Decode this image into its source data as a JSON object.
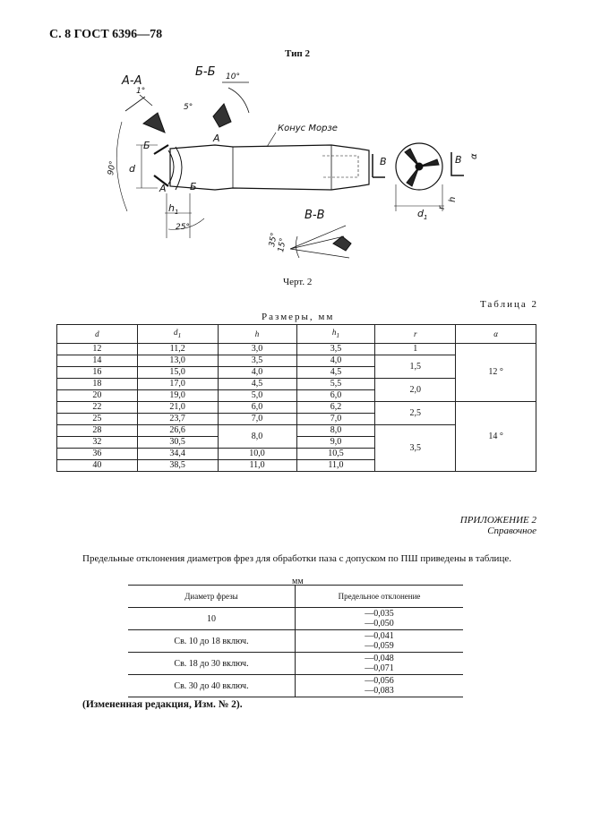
{
  "header": "С. 8 ГОСТ 6396—78",
  "type_label": "Тип 2",
  "drawing": {
    "labels": {
      "aa": "А-А",
      "bb": "Б-Б",
      "vv": "В-В",
      "morse": "Конус Морзе",
      "a1": "А",
      "a2": "А",
      "b1": "Б",
      "b2": "Б",
      "v1": "В",
      "v2": "В",
      "d": "d",
      "d1": "d",
      "d1sub": "1",
      "h1": "h",
      "h1sub": "1",
      "h": "h",
      "r": "r",
      "alpha": "α",
      "ang90": "90°",
      "ang1": "1°",
      "ang5": "5°",
      "ang10": "10°",
      "ang25": "25°",
      "ang35": "35°",
      "ang15": "15°"
    }
  },
  "caption": "Черт. 2",
  "table2": {
    "name": "Таблица 2",
    "units": "Размеры, мм",
    "headers": [
      "d",
      "d",
      "h",
      "h",
      "r",
      "α"
    ],
    "header_subs": [
      "",
      "1",
      "",
      "1",
      "",
      ""
    ],
    "rows": [
      [
        "12",
        "11,2",
        "3,0",
        "3,5",
        "1",
        "12 °"
      ],
      [
        "14",
        "13,0",
        "3,5",
        "4,0",
        "1,5",
        ""
      ],
      [
        "16",
        "15,0",
        "4,0",
        "4,5",
        "",
        ""
      ],
      [
        "18",
        "17,0",
        "4,5",
        "5,5",
        "2,0",
        ""
      ],
      [
        "20",
        "19,0",
        "5,0",
        "6,0",
        "",
        ""
      ],
      [
        "22",
        "21,0",
        "6,0",
        "6,2",
        "2,5",
        "14 °"
      ],
      [
        "25",
        "23,7",
        "7,0",
        "7,0",
        "",
        ""
      ],
      [
        "28",
        "26,6",
        "8,0",
        "8,0",
        "3,5",
        ""
      ],
      [
        "32",
        "30,5",
        "",
        "9,0",
        "",
        ""
      ],
      [
        "36",
        "34,4",
        "10,0",
        "10,5",
        "",
        ""
      ],
      [
        "40",
        "38,5",
        "11,0",
        "11,0",
        "",
        ""
      ]
    ]
  },
  "appendix": {
    "title": "ПРИЛОЖЕНИЕ 2",
    "subtitle": "Справочное"
  },
  "paragraph": "Предельные отклонения диаметров фрез для обработки паза с допуском по ПШ приведены в таблице.",
  "table3": {
    "unit": "мм",
    "headers": [
      "Диаметр фрезы",
      "Предельное отклонение"
    ],
    "rows": [
      {
        "diam": "10",
        "upper": "—0,035",
        "lower": "—0,050"
      },
      {
        "diam": "Св. 10 до 18 включ.",
        "upper": "—0,041",
        "lower": "—0,059"
      },
      {
        "diam": "Св. 18 до 30 включ.",
        "upper": "—0,048",
        "lower": "—0,071"
      },
      {
        "diam": "Св. 30 до 40 включ.",
        "upper": "—0,056",
        "lower": "—0,083"
      }
    ]
  },
  "note": "(Измененная редакция, Изм. № 2)."
}
